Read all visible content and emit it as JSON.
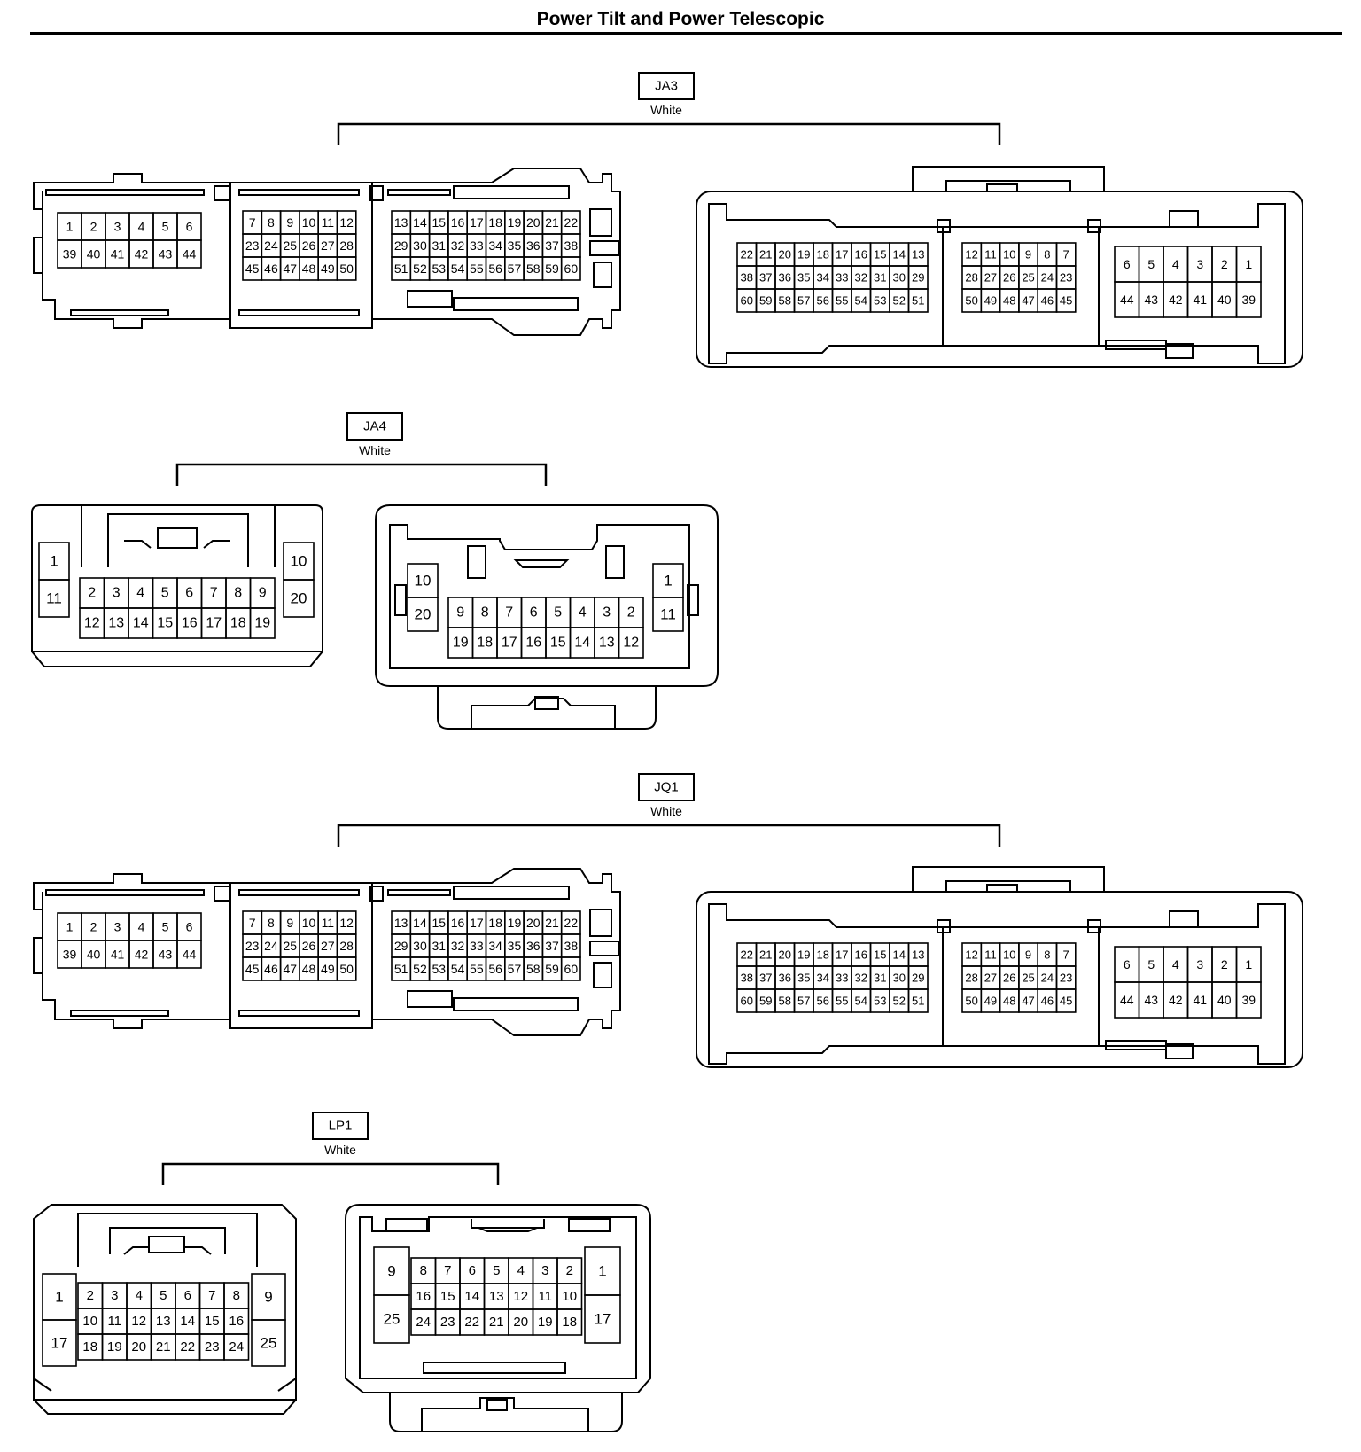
{
  "title": "Power Tilt and Power Telescopic",
  "connectors": [
    {
      "id": "JA3",
      "color": "White",
      "left_view": {
        "grids": [
          [
            [
              "1",
              "2",
              "3",
              "4",
              "5",
              "6"
            ],
            [
              "39",
              "40",
              "41",
              "42",
              "43",
              "44"
            ]
          ],
          [
            [
              "7",
              "8",
              "9",
              "10",
              "11",
              "12"
            ],
            [
              "23",
              "24",
              "25",
              "26",
              "27",
              "28"
            ],
            [
              "45",
              "46",
              "47",
              "48",
              "49",
              "50"
            ]
          ],
          [
            [
              "13",
              "14",
              "15",
              "16",
              "17",
              "18",
              "19",
              "20",
              "21",
              "22"
            ],
            [
              "29",
              "30",
              "31",
              "32",
              "33",
              "34",
              "35",
              "36",
              "37",
              "38"
            ],
            [
              "51",
              "52",
              "53",
              "54",
              "55",
              "56",
              "57",
              "58",
              "59",
              "60"
            ]
          ]
        ]
      },
      "right_view": {
        "grids": [
          [
            [
              "22",
              "21",
              "20",
              "19",
              "18",
              "17",
              "16",
              "15",
              "14",
              "13"
            ],
            [
              "38",
              "37",
              "36",
              "35",
              "34",
              "33",
              "32",
              "31",
              "30",
              "29"
            ],
            [
              "60",
              "59",
              "58",
              "57",
              "56",
              "55",
              "54",
              "53",
              "52",
              "51"
            ]
          ],
          [
            [
              "12",
              "11",
              "10",
              "9",
              "8",
              "7"
            ],
            [
              "28",
              "27",
              "26",
              "25",
              "24",
              "23"
            ],
            [
              "50",
              "49",
              "48",
              "47",
              "46",
              "45"
            ]
          ],
          [
            [
              "6",
              "5",
              "4",
              "3",
              "2",
              "1"
            ],
            [
              "44",
              "43",
              "42",
              "41",
              "40",
              "39"
            ]
          ]
        ]
      }
    },
    {
      "id": "JA4",
      "color": "White",
      "left_view": {
        "side_left": [
          "1",
          "11"
        ],
        "main": [
          [
            "2",
            "3",
            "4",
            "5",
            "6",
            "7",
            "8",
            "9"
          ],
          [
            "12",
            "13",
            "14",
            "15",
            "16",
            "17",
            "18",
            "19"
          ]
        ],
        "side_right": [
          "10",
          "20"
        ]
      },
      "right_view": {
        "side_left": [
          "10",
          "20"
        ],
        "main": [
          [
            "9",
            "8",
            "7",
            "6",
            "5",
            "4",
            "3",
            "2"
          ],
          [
            "19",
            "18",
            "17",
            "16",
            "15",
            "14",
            "13",
            "12"
          ]
        ],
        "side_right": [
          "1",
          "11"
        ]
      }
    },
    {
      "id": "JQ1",
      "color": "White",
      "left_view": {
        "grids": [
          [
            [
              "1",
              "2",
              "3",
              "4",
              "5",
              "6"
            ],
            [
              "39",
              "40",
              "41",
              "42",
              "43",
              "44"
            ]
          ],
          [
            [
              "7",
              "8",
              "9",
              "10",
              "11",
              "12"
            ],
            [
              "23",
              "24",
              "25",
              "26",
              "27",
              "28"
            ],
            [
              "45",
              "46",
              "47",
              "48",
              "49",
              "50"
            ]
          ],
          [
            [
              "13",
              "14",
              "15",
              "16",
              "17",
              "18",
              "19",
              "20",
              "21",
              "22"
            ],
            [
              "29",
              "30",
              "31",
              "32",
              "33",
              "34",
              "35",
              "36",
              "37",
              "38"
            ],
            [
              "51",
              "52",
              "53",
              "54",
              "55",
              "56",
              "57",
              "58",
              "59",
              "60"
            ]
          ]
        ]
      },
      "right_view": {
        "grids": [
          [
            [
              "22",
              "21",
              "20",
              "19",
              "18",
              "17",
              "16",
              "15",
              "14",
              "13"
            ],
            [
              "38",
              "37",
              "36",
              "35",
              "34",
              "33",
              "32",
              "31",
              "30",
              "29"
            ],
            [
              "60",
              "59",
              "58",
              "57",
              "56",
              "55",
              "54",
              "53",
              "52",
              "51"
            ]
          ],
          [
            [
              "12",
              "11",
              "10",
              "9",
              "8",
              "7"
            ],
            [
              "28",
              "27",
              "26",
              "25",
              "24",
              "23"
            ],
            [
              "50",
              "49",
              "48",
              "47",
              "46",
              "45"
            ]
          ],
          [
            [
              "6",
              "5",
              "4",
              "3",
              "2",
              "1"
            ],
            [
              "44",
              "43",
              "42",
              "41",
              "40",
              "39"
            ]
          ]
        ]
      }
    },
    {
      "id": "LP1",
      "color": "White",
      "left_view": {
        "side_left": [
          "1",
          "17"
        ],
        "main": [
          [
            "2",
            "3",
            "4",
            "5",
            "6",
            "7",
            "8"
          ],
          [
            "10",
            "11",
            "12",
            "13",
            "14",
            "15",
            "16"
          ],
          [
            "18",
            "19",
            "20",
            "21",
            "22",
            "23",
            "24"
          ]
        ],
        "side_right": [
          "9",
          "25"
        ]
      },
      "right_view": {
        "side_left": [
          "9",
          "25"
        ],
        "main": [
          [
            "8",
            "7",
            "6",
            "5",
            "4",
            "3",
            "2"
          ],
          [
            "16",
            "15",
            "14",
            "13",
            "12",
            "11",
            "10"
          ],
          [
            "24",
            "23",
            "22",
            "21",
            "20",
            "19",
            "18"
          ]
        ],
        "side_right": [
          "1",
          "17"
        ]
      }
    }
  ]
}
